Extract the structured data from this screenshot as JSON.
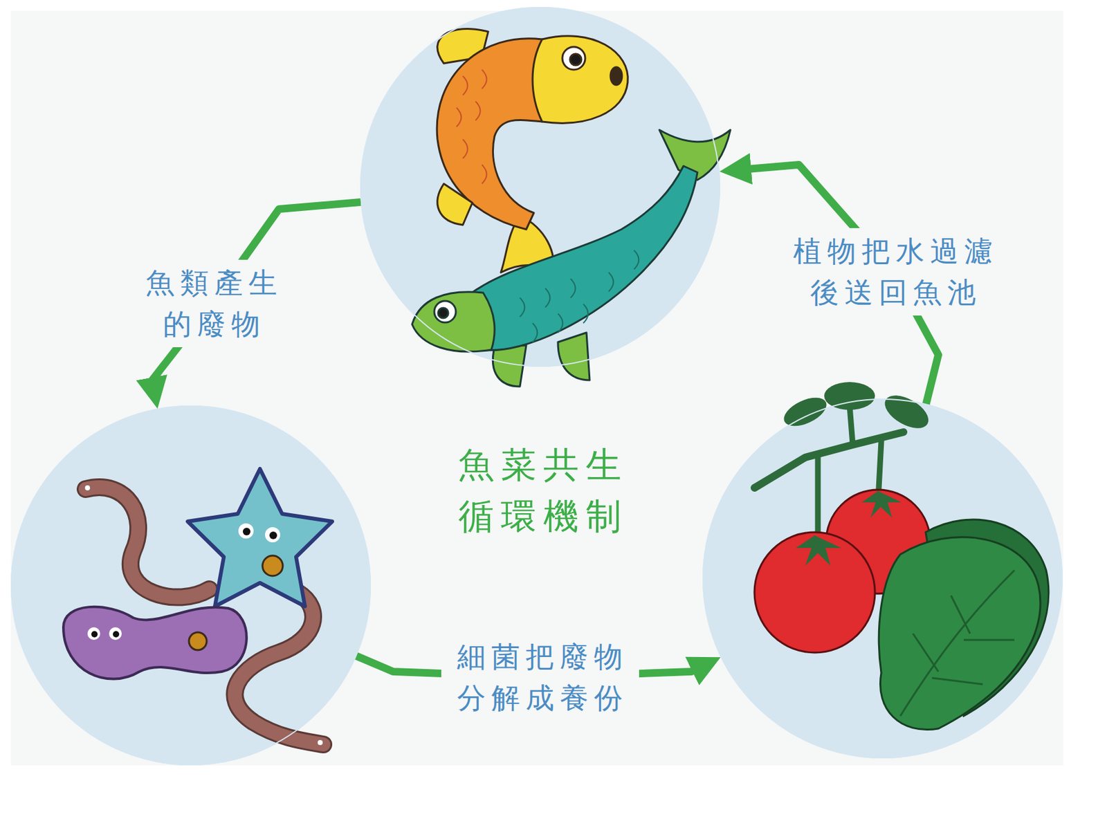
{
  "diagram": {
    "title": "魚菜共生 循環機制",
    "nodes": [
      {
        "text": []
      },
      {
        "text": []
      },
      {
        "text": []
      }
    ],
    "edges": [
      {
        "from": 0,
        "to": 1,
        "label": "魚類產生 的廢物",
        "arrow": "to"
      },
      {
        "from": 1,
        "to": 2,
        "label": "細菌把廢物 分解成養份",
        "arrow": "to"
      },
      {
        "from": 2,
        "to": 0,
        "label": "植物把水過濾 後送回魚池",
        "arrow": "to"
      }
    ]
  }
}
